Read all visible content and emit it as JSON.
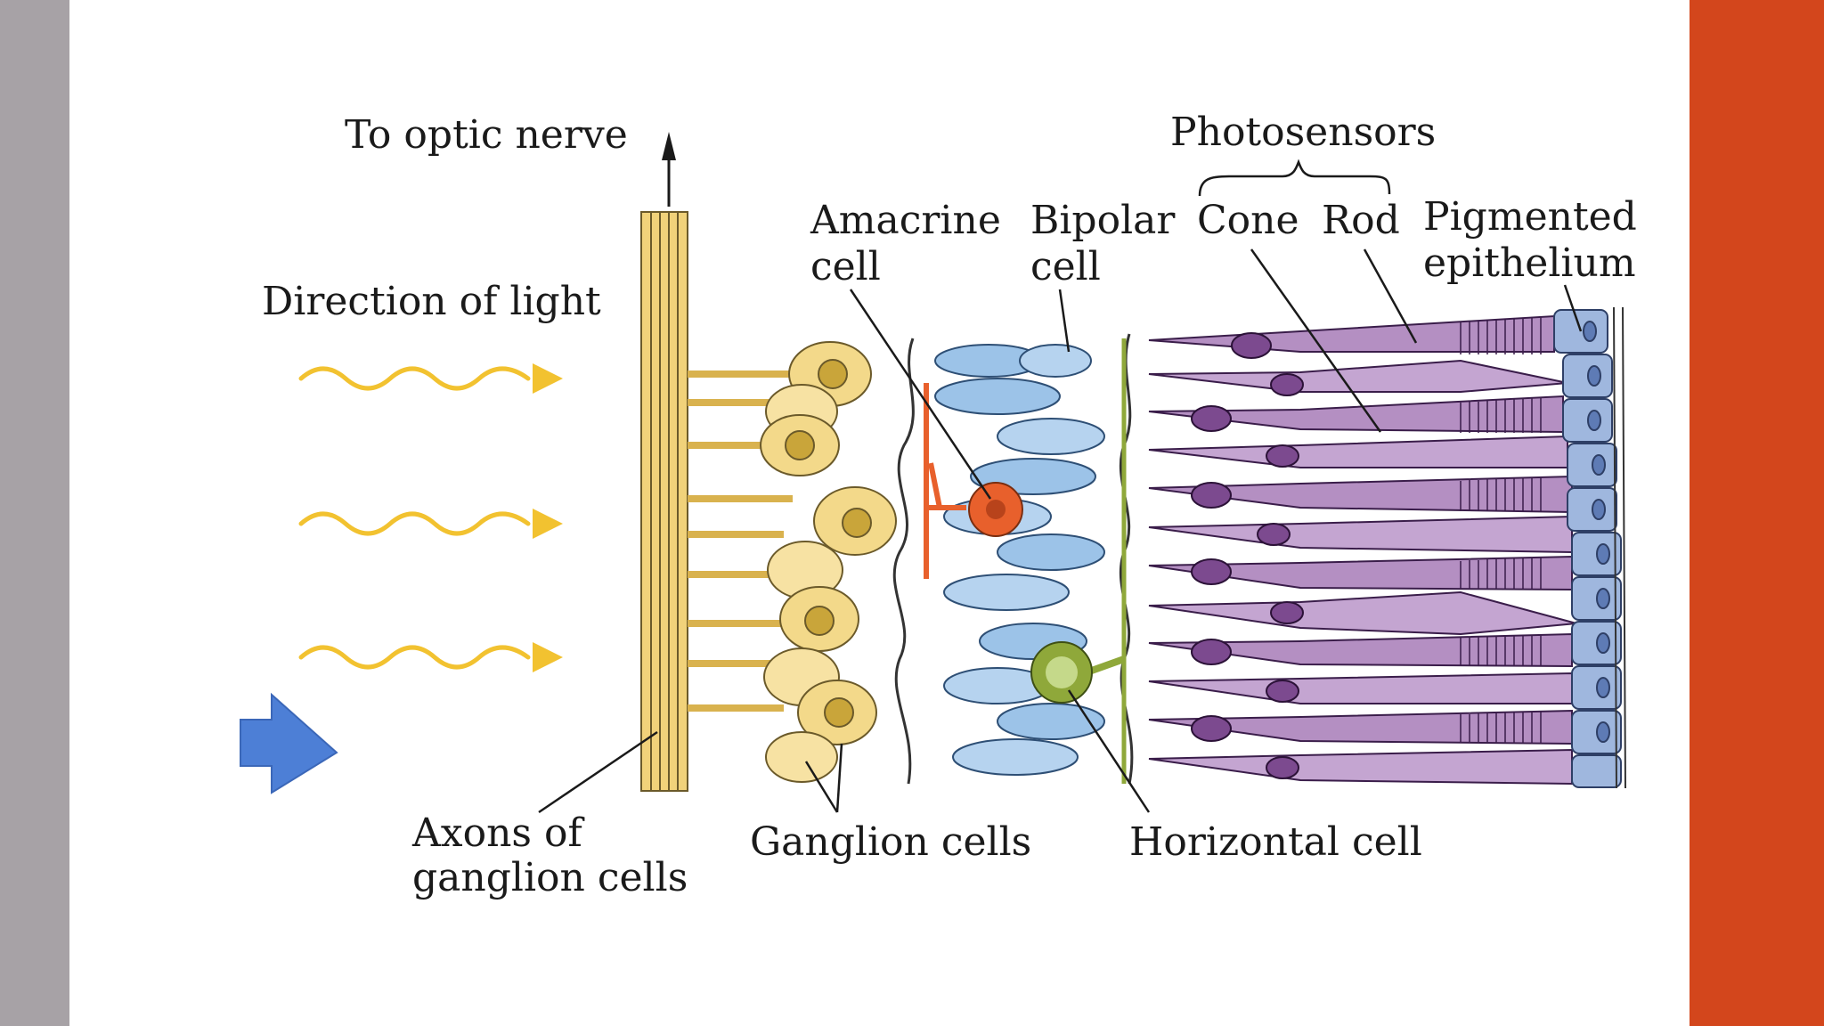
{
  "slide": {
    "left_bar_color": "#a7a2a6",
    "right_bar_color": "#d3461c",
    "background": "#ffffff"
  },
  "figure": {
    "labels": {
      "to_optic_nerve": "To optic nerve",
      "photosensors": "Photosensors",
      "amacrine_line1": "Amacrine",
      "amacrine_line2": "cell",
      "bipolar_line1": "Bipolar",
      "bipolar_line2": "cell",
      "cone": "Cone",
      "rod": "Rod",
      "pigmented_line1": "Pigmented",
      "pigmented_line2": "epithelium",
      "direction_of_light": "Direction of light",
      "axons_line1": "Axons of",
      "axons_line2": "ganglion cells",
      "ganglion_cells": "Ganglion cells",
      "horizontal_cell": "Horizontal cell"
    },
    "colors": {
      "ganglion": "#f3d98a",
      "axon_bundle": "#f1d27a",
      "bipolar": "#9cc3e8",
      "amacrine": "#e8602c",
      "horizontal": "#8fa83a",
      "photoreceptor": "#b48fc2",
      "photoreceptor_dark": "#7c4a8f",
      "epithelium": "#9fb7de",
      "light_wave": "#f2c230",
      "blue_arrow": "#4d7fd6"
    }
  }
}
